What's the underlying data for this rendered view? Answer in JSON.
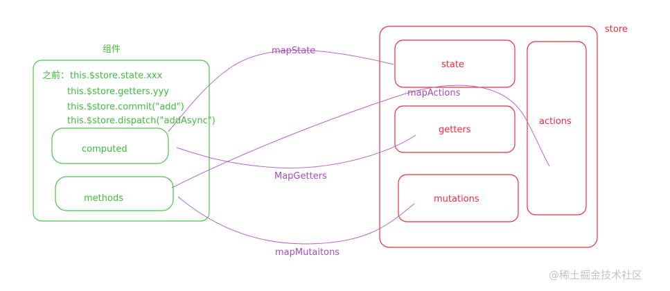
{
  "component": {
    "title": "组件",
    "before_label": "之前：",
    "lines": [
      "this.$store.state.xxx",
      "this.$store.getters.yyy",
      "this.$store.commit(\"add\")",
      "this.$store.dispatch(\"addAsync\")"
    ],
    "computed_label": "computed",
    "methods_label": "methods"
  },
  "store": {
    "title": "store",
    "state_label": "state",
    "getters_label": "getters",
    "mutations_label": "mutations",
    "actions_label": "actions"
  },
  "mappings": {
    "map_state": "mapState",
    "map_actions": "mapActions",
    "map_getters": "MapGetters",
    "map_mutations": "mapMutaitons"
  },
  "watermark": "@稀土掘金技术社区",
  "colors": {
    "component": "#3dbb3d",
    "store": "#ee2b3c",
    "mapping": "#a64bb8"
  }
}
